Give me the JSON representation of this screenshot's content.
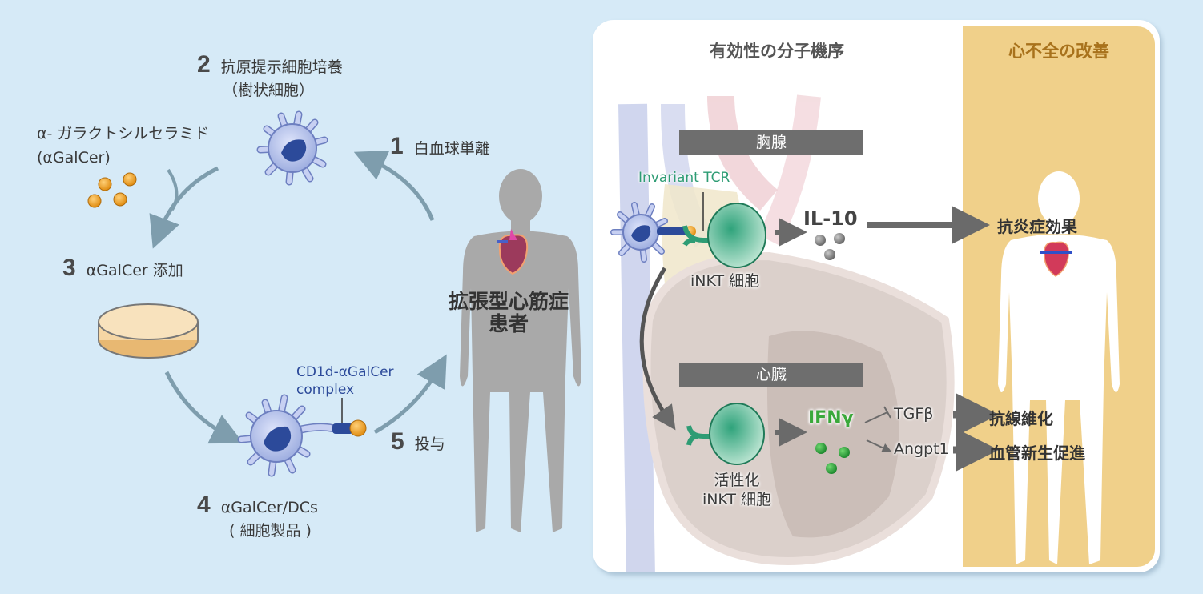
{
  "left_process": {
    "steps": [
      {
        "number": "1",
        "text": "白血球単離"
      },
      {
        "number": "2",
        "text": "抗原提示細胞培養",
        "subtext": "（樹状細胞）"
      },
      {
        "number": "3",
        "text": "αGalCer 添加"
      },
      {
        "number": "4",
        "text": "αGalCer/DCs",
        "subtext": "( 細胞製品 )"
      },
      {
        "number": "5",
        "text": "投与"
      }
    ],
    "reagent_label_line1": "α- ガラクトシルセラミド",
    "reagent_label_line2": "(αGalCer)",
    "complex_label_line1": "CD1d-αGalCer",
    "complex_label_line2": "complex",
    "patient_label_line1": "拡張型心筋症",
    "patient_label_line2": "患者"
  },
  "mechanism_panel": {
    "title": "有効性の分子機序",
    "thymus_label": "胸腺",
    "tcr_label": "Invariant TCR",
    "inkt_label": "iNKT 細胞",
    "il10_label": "IL-10",
    "heart_label": "心臓",
    "activated_line1": "活性化",
    "activated_line2": "iNKT 細胞",
    "ifng_label": "IFNγ",
    "tgfb_label": "TGFβ",
    "angpt1_label": "Angpt1"
  },
  "outcome_panel": {
    "title": "心不全の改善",
    "anti_inflammatory": "抗炎症効果",
    "anti_fibrosis": "抗線維化",
    "angiogenesis": "血管新生促進"
  },
  "colors": {
    "background": "#d6eaf7",
    "outcome_column": "#f0d08a",
    "outcome_title": "#a8721c",
    "inkt_green": "#2e9c74",
    "ifng_green": "#3aa83a",
    "dc_blue": "#a9b6e6",
    "arrow_blue_gray": "#7e9dad",
    "glycolipid_orange": "#f0a028"
  }
}
